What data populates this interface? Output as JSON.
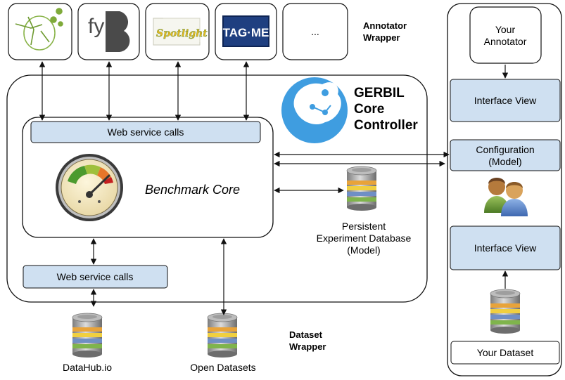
{
  "annotators": {
    "section_label_line1": "Annotator",
    "section_label_line2": "Wrapper",
    "logo_fy": "fy",
    "logo_spotlight": "Spotlight",
    "logo_tagme": "TAG·ME",
    "more": "..."
  },
  "core": {
    "title_line1": "GERBIL",
    "title_line2": "Core",
    "title_line3": "Controller",
    "top_calls": "Web service calls",
    "benchmark": "Benchmark Core",
    "bottom_calls": "Web service calls"
  },
  "database": {
    "line1": "Persistent",
    "line2": "Experiment Database",
    "line3": "(Model)"
  },
  "datasets": {
    "section_label_line1": "Dataset",
    "section_label_line2": "Wrapper",
    "datahub": "DataHub.io",
    "open": "Open Datasets"
  },
  "right_panel": {
    "your_annotator_line1": "Your",
    "your_annotator_line2": "Annotator",
    "interface_view_top": "Interface View",
    "config_line1": "Configuration",
    "config_line2": "(Model)",
    "interface_view_bottom": "Interface View",
    "your_dataset": "Your Dataset"
  },
  "colors": {
    "box_fill": "#cfe0f1",
    "box_stroke": "#111111",
    "frog_blue": "#3f9de0",
    "db_orange": "#e8a33a",
    "db_yellow": "#f0cf40",
    "db_blue": "#6f8fc5",
    "db_green": "#7fb44c"
  }
}
